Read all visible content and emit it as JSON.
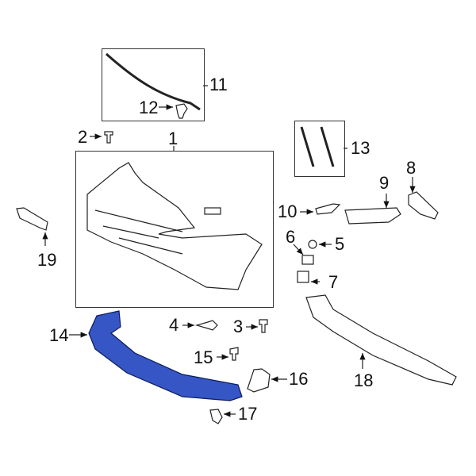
{
  "diagram": {
    "type": "parts-exploded-view",
    "highlight_color": "#3556c4",
    "callouts": [
      {
        "id": "1",
        "label": "1"
      },
      {
        "id": "2",
        "label": "2"
      },
      {
        "id": "3",
        "label": "3"
      },
      {
        "id": "4",
        "label": "4"
      },
      {
        "id": "5",
        "label": "5"
      },
      {
        "id": "6",
        "label": "6"
      },
      {
        "id": "7",
        "label": "7"
      },
      {
        "id": "8",
        "label": "8"
      },
      {
        "id": "9",
        "label": "9"
      },
      {
        "id": "10",
        "label": "10"
      },
      {
        "id": "11",
        "label": "11"
      },
      {
        "id": "12",
        "label": "12"
      },
      {
        "id": "13",
        "label": "13"
      },
      {
        "id": "14",
        "label": "14",
        "highlighted": true
      },
      {
        "id": "15",
        "label": "15"
      },
      {
        "id": "16",
        "label": "16"
      },
      {
        "id": "17",
        "label": "17"
      },
      {
        "id": "18",
        "label": "18"
      },
      {
        "id": "19",
        "label": "19"
      }
    ]
  }
}
